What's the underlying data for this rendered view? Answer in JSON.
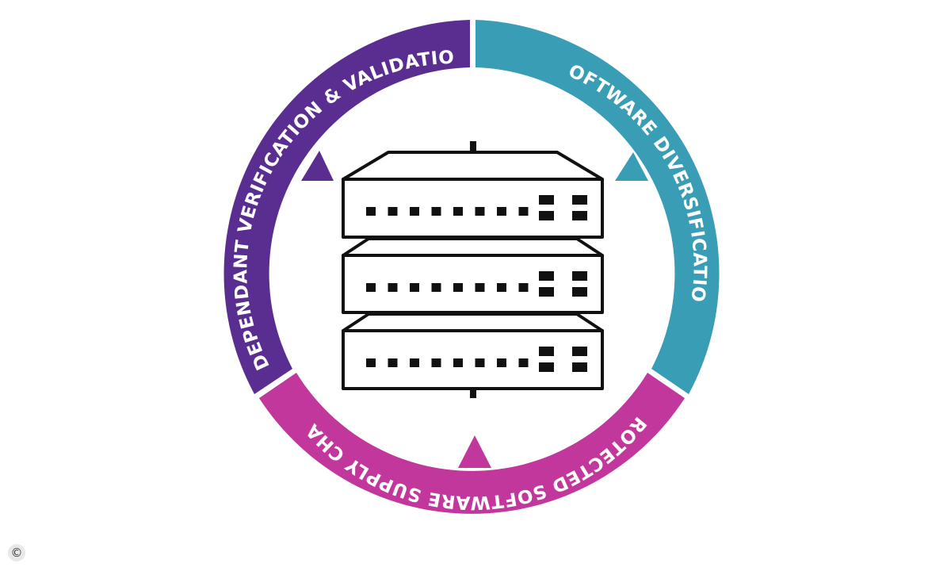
{
  "segments": {
    "verification": {
      "label": "INDEPENDANT VERIFICATION & VALIDATION",
      "color": "#5a2d91"
    },
    "diversification": {
      "label": "SOFTWARE DIVERSIFICATION",
      "color": "#3a9db6"
    },
    "supply_chain": {
      "label": "PROTECTED SOFTWARE SUPPLY CHAIN",
      "color": "#c2379c"
    }
  },
  "center_icon": "server-rack-icon",
  "device_outline_color": "#111111",
  "copyright_symbol": "©"
}
